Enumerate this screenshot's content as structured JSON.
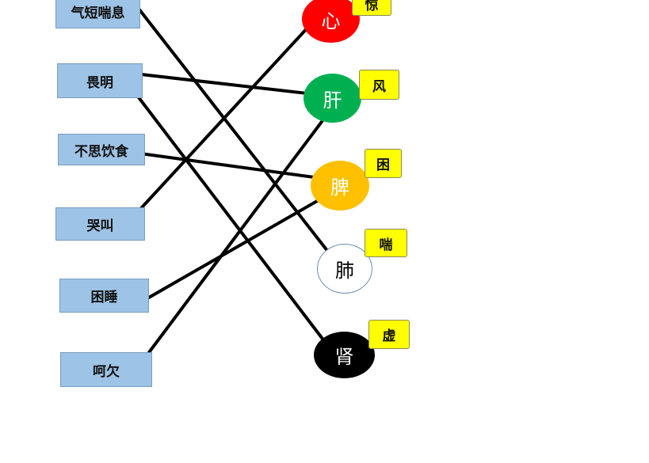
{
  "symptoms": [
    {
      "id": "qiduan",
      "label": "气短喘息"
    },
    {
      "id": "weiming",
      "label": "畏明"
    },
    {
      "id": "busi",
      "label": "不思饮食"
    },
    {
      "id": "kujiao",
      "label": "哭叫"
    },
    {
      "id": "kunshui",
      "label": "困睡"
    },
    {
      "id": "heqian",
      "label": "呵欠"
    }
  ],
  "organs": [
    {
      "id": "xin",
      "label": "心",
      "tag": "惊",
      "color": "#ff0000",
      "text_color": "#ffffff"
    },
    {
      "id": "gan",
      "label": "肝",
      "tag": "风",
      "color": "#00b050",
      "text_color": "#ffffff"
    },
    {
      "id": "pi",
      "label": "脾",
      "tag": "困",
      "color": "#ffc000",
      "text_color": "#ffffff"
    },
    {
      "id": "fei",
      "label": "肺",
      "tag": "喘",
      "color": "#ffffff",
      "text_color": "#000000"
    },
    {
      "id": "shen",
      "label": "肾",
      "tag": "虚",
      "color": "#000000",
      "text_color": "#ffffff"
    }
  ],
  "links": [
    {
      "from": "qiduan",
      "to": "fei"
    },
    {
      "from": "weiming",
      "to": "gan"
    },
    {
      "from": "weiming",
      "to": "shen"
    },
    {
      "from": "busi",
      "to": "pi"
    },
    {
      "from": "kujiao",
      "to": "xin"
    },
    {
      "from": "kunshui",
      "to": "pi"
    },
    {
      "from": "heqian",
      "to": "gan"
    }
  ],
  "style": {
    "box_fill": "#9dc3e6",
    "tag_fill": "#ffff00",
    "line_color": "#000000"
  }
}
